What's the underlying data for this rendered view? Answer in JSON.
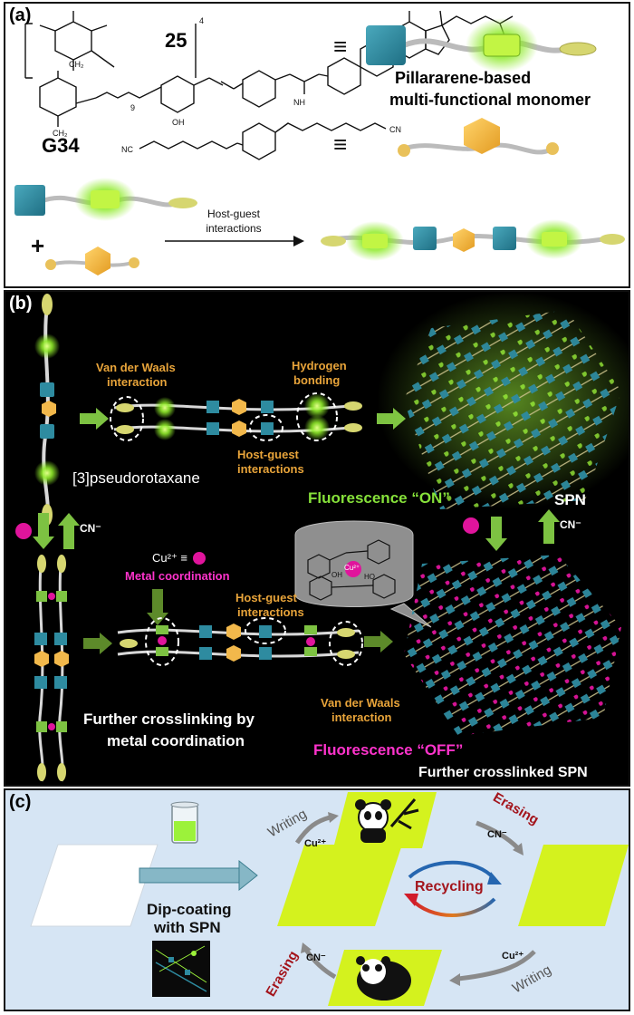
{
  "panel_a": {
    "label": "(a)",
    "compound_25": "25",
    "compound_g34": "G34",
    "equiv": "≡",
    "monomer_line1": "Pillararene-based",
    "monomer_line2": "multi-functional monomer",
    "plus": "+",
    "arrow_line1": "Host-guest",
    "arrow_line2": "interactions",
    "nc_left": "NC",
    "cn_right": "CN",
    "oh": "OH",
    "ch2a": "CH₂",
    "ch2b": "CH₂",
    "nh": "NH",
    "sub4": "4",
    "sub9": "9"
  },
  "panel_b": {
    "label": "(b)",
    "vdw_top_1": "Van der Waals",
    "vdw_top_2": "interaction",
    "hbond_1": "Hydrogen",
    "hbond_2": "bonding",
    "hg_top_1": "Host-guest",
    "hg_top_2": "interactions",
    "pseudorotaxane": "[3]pseudorotaxane",
    "fluor_on": "Fluorescence “ON”",
    "spn": "SPN",
    "cn_left": "CN⁻",
    "cn_right": "CN⁻",
    "cu_legend": "Cu²⁺ ≡",
    "metal_coord": "Metal coordination",
    "hg_bottom_1": "Host-guest",
    "hg_bottom_2": "interactions",
    "vdw_bottom_1": "Van der Waals",
    "vdw_bottom_2": "interaction",
    "further_1": "Further crosslinking by",
    "further_2": "metal coordination",
    "fluor_off": "Fluorescence “OFF”",
    "further_spn": "Further crosslinked SPN",
    "cu_center": "Cu²⁺",
    "ho_a": "OH",
    "ho_b": "HO"
  },
  "panel_c": {
    "label": "(c)",
    "dip_1": "Dip-coating",
    "dip_2": "with SPN",
    "writing_top": "Writing",
    "cu_top": "Cu²⁺",
    "erasing_top": "Erasing",
    "cn_top": "CN⁻",
    "recycling": "Recycling",
    "erasing_bottom": "Erasing",
    "cn_bottom": "CN⁻",
    "cu_bottom": "Cu²⁺",
    "writing_bottom": "Writing"
  },
  "colors": {
    "pillar_teal": "#2e8ba0",
    "guest_orange": "#f2b84b",
    "fluor_green": "#9cf23a",
    "copper_magenta": "#e0149c",
    "paper_yellow": "#d4f21e",
    "arrow_green": "#7dc242"
  }
}
